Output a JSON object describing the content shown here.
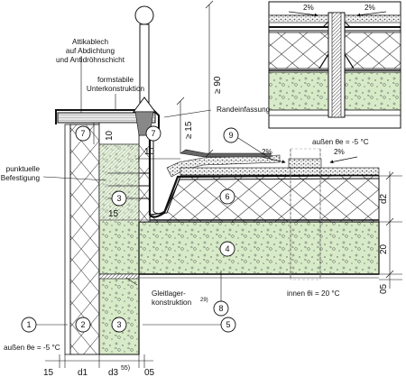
{
  "labels": {
    "attika_1": "Attikablech",
    "attika_2": "auf Abdichtung",
    "attika_3": "und Antidröhnschicht",
    "formstabil_1": "formstabile",
    "formstabil_2": "Unterkonstruktion",
    "randeinfassung": "Randeinfassung",
    "punktuell_1": "punktuelle",
    "punktuell_2": "Befestigung",
    "gleit_1": "Gleitlager-",
    "gleit_2": "konstruktion",
    "gleit_sup": "29)",
    "aussen_bottom": "außen   θe =  -5 °C",
    "aussen_right": "außen   θe =  -5 °C",
    "innen": "innen     θi =  20 °C"
  },
  "slopes": {
    "detail_left": "2%",
    "detail_right": "2%",
    "main_left": "2%",
    "main_right": "2%"
  },
  "dimensions": {
    "d90": "≥ 90",
    "d15_vertical": "≥ 15",
    "d10_vertical": "10",
    "d10_horizontal": "10",
    "d15_horizontal": "15",
    "d2": "d2",
    "d20": "20",
    "d05_right": "05",
    "bottom_15": "15",
    "bottom_d1": "d1",
    "bottom_d3": "d3",
    "bottom_d3_sup": "55)",
    "bottom_05": "05"
  },
  "markers": [
    "1",
    "2",
    "3",
    "3",
    "4",
    "5",
    "6",
    "7",
    "7",
    "8",
    "9"
  ],
  "colors": {
    "concrete": "#d8ebc8",
    "line": "#111111",
    "sheet_metal": "#666666",
    "hatch": "#888888"
  }
}
